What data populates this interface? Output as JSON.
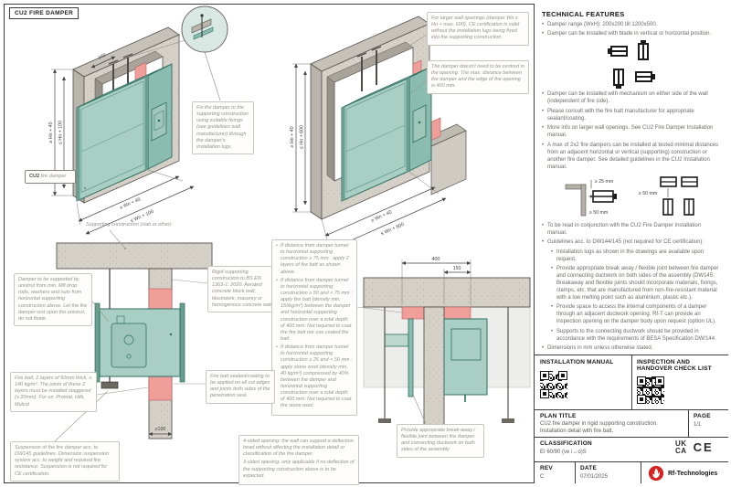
{
  "header": {
    "doc_label": "CU2 FIRE DAMPER"
  },
  "callouts": {
    "larger_openings": "For larger wall openings (damper Wn x Hn + max. 600), CE certification is valid without the installation lugs being fixed into the supporting construction.",
    "not_centred": "The damper doesn't need to be centred in the opening. The max. distance between the damper and the edge of the opening is 400 mm.",
    "fix_damper": "Fix the damper to the supporting construction using suitable fixings (see guidelines wall manufacturer) through the damper's installation lugs.",
    "cu2_tag_bold": "CU2",
    "cu2_tag_rest": " fire damper",
    "supporting": "Supporting construction (slab or other)",
    "unistrut": "Damper to be supported by unistrut from min. M8 drop rods, washers and nuts from horizontal supporting construction above. Let the fire damper rest upon the unistrut, do not fixate.",
    "fire_batt": "Fire batt, 2 layers of 50mm thick, ≥ 140 kg/m³. The joints of these 2 layers must be installed staggered (≥ 20mm). For ex: Promat, Hilti, Mulcol",
    "suspension": "Suspension of the fire damper acc. to DW145 guidelines. Dimension suspension system acc. to weight and required fire resistance. Suspension is not required for CE certification.",
    "rigid": "Rigid supporting construction to BS EN 1363-1: 2020. Aerated concrete block wall, blockwork, masonry or homogenous concrete wall",
    "distance": [
      "If distance from damper tunnel to horizontal supporting construction ≥ 75 mm : apply 2 layers of fire batt as shown above.",
      "If distance from damper tunnel to horizontal supporting construction ≥ 50 and < 75 mm : apply fire batt (density min. 150kg/m³) between the damper and horizontal supporting construction over a total depth of 400 mm. Not required to coat the fire batt nor use coated fire batt.",
      "If distance from damper tunnel to horizontal supporting construction ≥ 25 and < 50 mm : apply stone wool (density min. 40 kg/m³) compressed by 40% between the damper and horizontal supporting construction over a total depth of 400 mm. Not required to coat the stone wool."
    ],
    "sealant": "Fire batt sealant/coating to be applied on all cut edges and joints both sides of the penetration seal.",
    "opening": [
      "4-sided opening: the wall can support a deflection head without affecting the installation detail or classification of the fire damper.",
      "3-sided opening: only applicable if no deflection of the supporting construction above is to be expected."
    ],
    "breakaway": "Provide appropriate break-away / flexible joint between fire damper and connecting ductwork on both sides of the assembly"
  },
  "dims": {
    "iso1": {
      "top": "≥40",
      "h1": "≥ Hn + 40",
      "h2": "≤ Hn + 100",
      "w1": "≥ Wn + 40",
      "w2": "≤ Wn + 100"
    },
    "iso2": {
      "h1": "≥ Hn + 40",
      "h2": "≤ Hn + 600",
      "w1": "≥ Wn + 40",
      "w2": "≤ Wn + 600"
    },
    "section_left": {
      "wall": "≥100"
    },
    "section_right": {
      "d400": "400",
      "d150": "150"
    },
    "spacing": {
      "s25": "≥ 25 mm",
      "s50a": "≥ 50 mm",
      "s50b": "≥ 50 mm"
    }
  },
  "tech": {
    "title": "TECHNICAL FEATURES",
    "bullets": [
      "Damper range (WxH): 200x200 till 1200x500.",
      "Damper can be installed with blade in vertical or horizontal position.",
      "Damper can be installed with mechanism on either side of the wall (independent of fire side).",
      "Please consult with the fire batt manufacturer for appropriate sealant/coating.",
      "More info on larger wall openings. See CU2 Fire Damper Installation manual.",
      "A max of 2x2 fire dampers can be installed at tested minimal distances from an adjacent horizontal or vertical (supporting) construction or another fire damper. See detailed guidelines in the CU2 Installation manual.",
      "To be read in conjunction with the CU2 Fire Damper Installation manual.",
      "Guidelines acc. to DW144/145 (not required for CE certification):",
      "Dimensions in mm unless otherwise stated."
    ],
    "sub_bullets": [
      "Installation lugs as shown in the drawings are available upon request.",
      "Provide appropriate break away / flexible joint between fire damper and connecting ductwork on both sides of the assembly (DW145: Breakaway and flexible joints should incorporate materials, fixings, clamps, etc. that are manufactured from non-fire-resistant material with a low melting point such as aluminium, plastic etc.).",
      "Provide space to access the internal components of a damper through an adjacent ductwork opening. Rf-T can provide an inspection opening on the damper body upon request (option UL).",
      "Supports to the connecting ductwork should be provided in accordance with the requirements of BESA Specification DW/144."
    ]
  },
  "titleblock": {
    "manual_label": "INSTALLATION MANUAL",
    "checklist_label": "INSPECTION AND HANDOVER CHECK LIST",
    "plan_title_label": "PLAN TITLE",
    "plan_title": "CU2 fire damper in rigid supporting construction. Installation detail with fire batt.",
    "page_label": "PAGE",
    "page": "1/1",
    "classification_label": "CLASSIFICATION",
    "classification": "EI 60/90 (ve i↔o)S",
    "rev_label": "REV",
    "rev": "C",
    "date_label": "DATE",
    "date": "07/01/2025",
    "brand": "Rf-Technologies",
    "ukca_line1": "UK",
    "ukca_line2": "CA",
    "ce": "CE"
  },
  "colors": {
    "damper_teal": "#a9cec4",
    "fire_batt_pink": "#ef9e99",
    "concrete": "#d5d1c9",
    "brand_red": "#d6231f"
  }
}
